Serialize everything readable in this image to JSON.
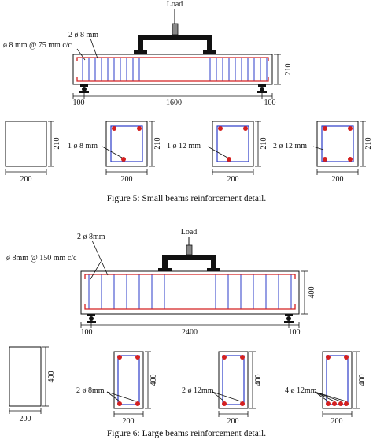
{
  "figure5": {
    "load_label": "Load",
    "label_top_bars": "2 ø 8 mm",
    "label_stirrups": "ø 8 mm @ 75 mm c/c",
    "dim_height": "210",
    "dim_left": "100",
    "dim_span": "1600",
    "dim_right": "100",
    "dim_width": "200",
    "section_labels": [
      "1 ø 8 mm",
      "1 ø 12 mm",
      "2 ø 12 mm"
    ],
    "caption": "Figure 5: Small beams reinforcement detail."
  },
  "figure6": {
    "load_label": "Load",
    "label_top_bars": "2 ø 8mm",
    "label_stirrups": "ø 8mm @ 150 mm c/c",
    "dim_height": "400",
    "dim_left": "100",
    "dim_span": "2400",
    "dim_right": "100",
    "dim_width": "200",
    "section_labels": [
      "2 ø 8mm",
      "2 ø 12mm",
      "4 ø 12mm"
    ],
    "caption": "Figure 6: Large beams reinforcement detail."
  },
  "colors": {
    "stirrup": "#2b3bc8",
    "main_bar": "#d42020",
    "outline": "#111111"
  }
}
